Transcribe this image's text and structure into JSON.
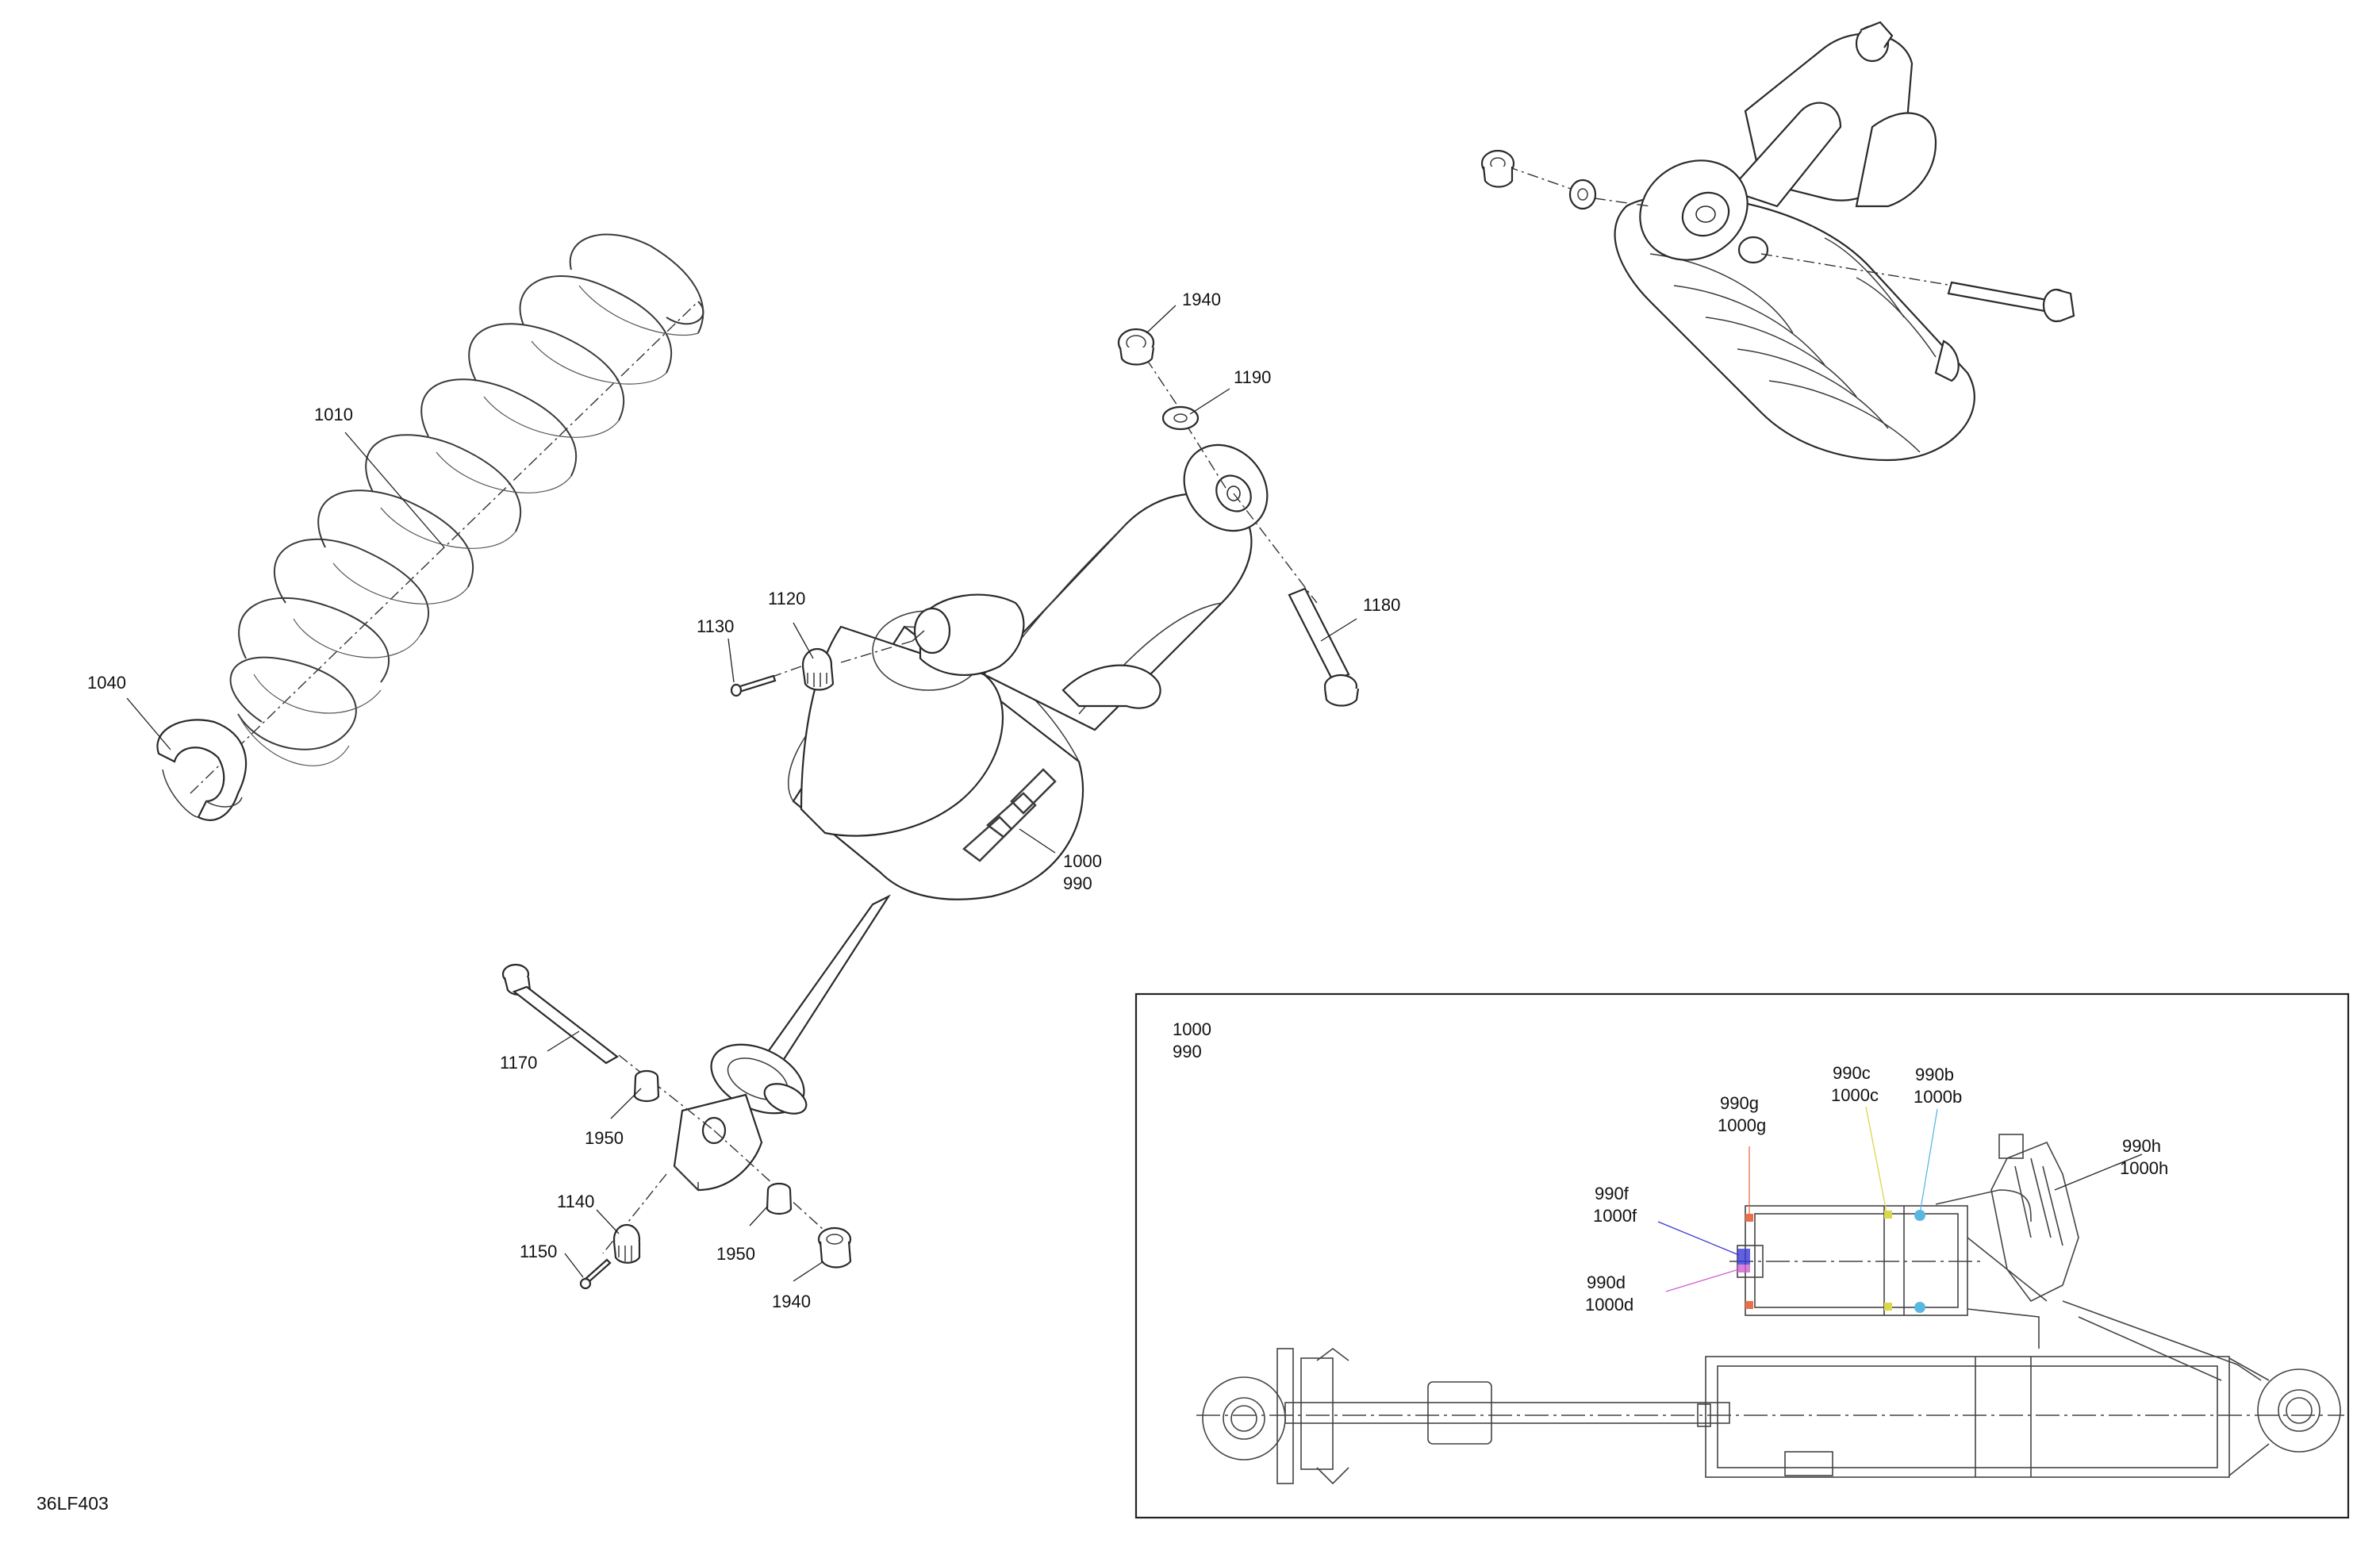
{
  "diagram_id": "36LF403",
  "colors": {
    "line": "#2a2a2a",
    "seal_orange": "#e8704a",
    "seal_yellow": "#d8d84a",
    "seal_cyan": "#5ab8e0",
    "seal_blue": "#3a3ad8",
    "seal_magenta": "#d060d0"
  },
  "callouts": {
    "c1010": "1010",
    "c1040": "1040",
    "c1940_top": "1940",
    "c1190": "1190",
    "c1180": "1180",
    "c1120": "1120",
    "c1130": "1130",
    "c1000": "1000",
    "c990": "990",
    "c1170": "1170",
    "c1950_left": "1950",
    "c1140": "1140",
    "c1150": "1150",
    "c1950_right": "1950",
    "c1940_bottom": "1940"
  },
  "inset": {
    "title_line1": "1000",
    "title_line2": "990",
    "labels": [
      {
        "line1": "990g",
        "line2": "1000g",
        "color": "#e8704a"
      },
      {
        "line1": "990c",
        "line2": "1000c",
        "color": "#d8d84a"
      },
      {
        "line1": "990b",
        "line2": "1000b",
        "color": "#5ab8e0"
      },
      {
        "line1": "990h",
        "line2": "1000h",
        "color": "#2a2a2a"
      },
      {
        "line1": "990f",
        "line2": "1000f",
        "color": "#3a3ad8"
      },
      {
        "line1": "990d",
        "line2": "1000d",
        "color": "#d060d0"
      }
    ]
  }
}
